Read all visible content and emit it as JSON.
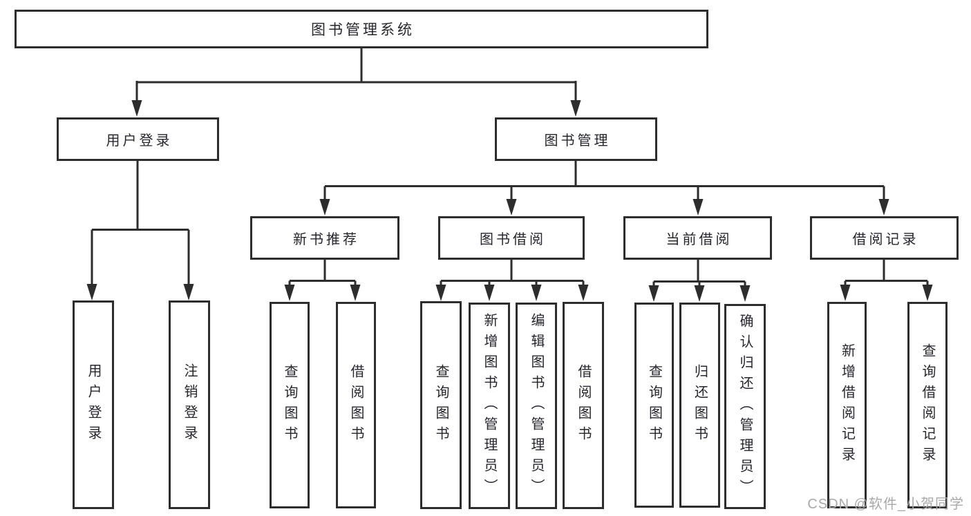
{
  "tree": {
    "root": {
      "label": "图书管理系统"
    },
    "level2": [
      {
        "label": "用户登录",
        "children": [
          {
            "label": "用户登录"
          },
          {
            "label": "注销登录"
          }
        ]
      },
      {
        "label": "图书管理",
        "children": [
          {
            "label": "新书推荐",
            "children": [
              {
                "label": "查询图书"
              },
              {
                "label": "借阅图书"
              }
            ]
          },
          {
            "label": "图书借阅",
            "children": [
              {
                "label": "查询图书"
              },
              {
                "label": "新增图书（管理员）"
              },
              {
                "label": "编辑图书（管理员）"
              },
              {
                "label": "借阅图书"
              }
            ]
          },
          {
            "label": "当前借阅",
            "children": [
              {
                "label": "查询图书"
              },
              {
                "label": "归还图书"
              },
              {
                "label": "确认归还（管理员）"
              }
            ]
          },
          {
            "label": "借阅记录",
            "children": [
              {
                "label": "新增借阅记录"
              },
              {
                "label": "查询借阅记录"
              }
            ]
          }
        ]
      }
    ]
  },
  "watermark": {
    "text": "CSDN @软件_小贺同学"
  },
  "colors": {
    "line": "#2d2d2d",
    "box_border": "#2d2d2d",
    "text": "#26262e",
    "watermark": "#a9a9a9",
    "background": "#ffffff"
  }
}
